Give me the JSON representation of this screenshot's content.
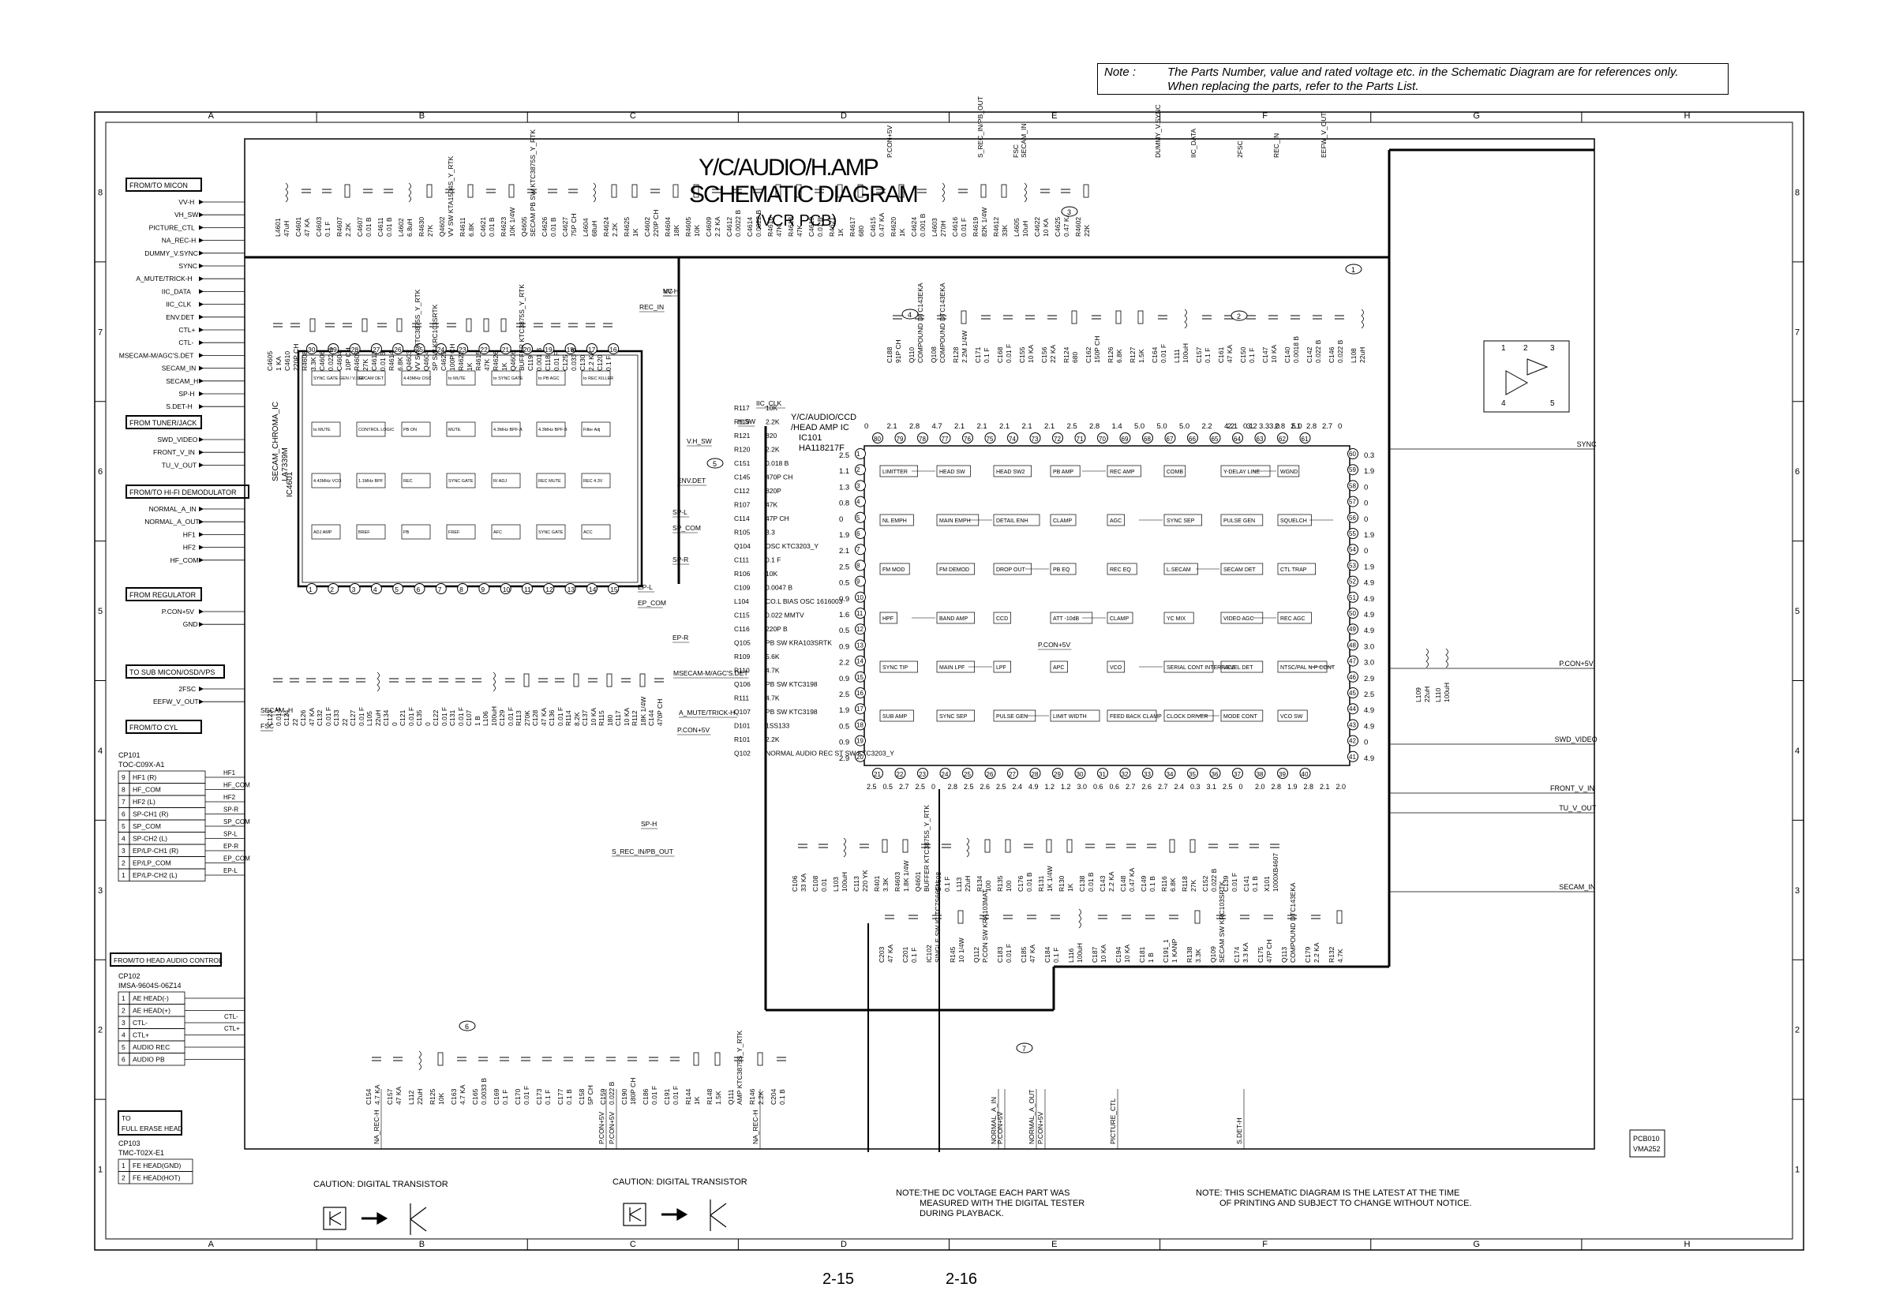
{
  "note": {
    "label": "Note :",
    "line1": "The Parts Number, value and rated voltage etc. in the Schematic Diagram are for references only.",
    "line2": "When replacing the parts, refer to the Parts List."
  },
  "title": {
    "line1": "Y/C/AUDIO/H.AMP",
    "line2": "SCHEMATIC DIAGRAM",
    "line3": "(VCR PCB)"
  },
  "grid": {
    "cols": [
      "A",
      "B",
      "C",
      "D",
      "E",
      "F",
      "G",
      "H"
    ],
    "rows": [
      "8",
      "7",
      "6",
      "5",
      "4",
      "3",
      "2",
      "1"
    ]
  },
  "connector_groups": [
    {
      "label": "FROM/TO MICON",
      "signals": [
        "VV-H",
        "VH_SW",
        "PICTURE_CTL",
        "NA_REC-H",
        "DUMMY_V.SYNC",
        "SYNC",
        "A_MUTE/TRICK-H",
        "IIC_DATA",
        "IIC_CLK",
        "ENV.DET",
        "CTL+",
        "CTL-",
        "MSECAM-M/AGC'S.DET",
        "SECAM_IN",
        "SECAM_H",
        "SP-H",
        "S.DET-H"
      ]
    },
    {
      "label": "FROM TUNER/JACK",
      "signals": [
        "SWD_VIDEO",
        "FRONT_V_IN",
        "TU_V_OUT"
      ]
    },
    {
      "label": "FROM/TO HI-FI DEMODULATOR",
      "signals": [
        "NORMAL_A_IN",
        "NORMAL_A_OUT",
        "HF1",
        "HF2",
        "HF_COM"
      ]
    },
    {
      "label": "FROM REGULATOR",
      "signals": [
        "P.CON+5V",
        "GND"
      ]
    },
    {
      "label": "TO SUB MICON/OSD/VPS",
      "signals": [
        "2FSC",
        "EEFW_V_OUT"
      ]
    },
    {
      "label": "FROM/TO CYL",
      "signals": []
    }
  ],
  "cp101": {
    "name": "CP101",
    "part": "TOC-C09X-A1",
    "pins": [
      {
        "n": "9",
        "s": "HF1 (R)"
      },
      {
        "n": "8",
        "s": "HF_COM"
      },
      {
        "n": "7",
        "s": "HF2 (L)"
      },
      {
        "n": "6",
        "s": "SP-CH1 (R)"
      },
      {
        "n": "5",
        "s": "SP_COM"
      },
      {
        "n": "4",
        "s": "SP-CH2 (L)"
      },
      {
        "n": "3",
        "s": "EP/LP-CH1 (R)"
      },
      {
        "n": "2",
        "s": "EP/LP_COM"
      },
      {
        "n": "1",
        "s": "EP/LP-CH2 (L)"
      }
    ],
    "nets": [
      "HF1",
      "HF_COM",
      "HF2",
      "SP-R",
      "SP_COM",
      "SP-L",
      "EP-R",
      "EP_COM",
      "EP-L"
    ]
  },
  "head_audio": {
    "label": "FROM/TO HEAD AUDIO CONTROL",
    "name": "CP102",
    "part": "IMSA-9604S-06Z14",
    "pins": [
      {
        "n": "1",
        "s": "AE HEAD(-)"
      },
      {
        "n": "2",
        "s": "AE HEAD(+)"
      },
      {
        "n": "3",
        "s": "CTL-"
      },
      {
        "n": "4",
        "s": "CTL+"
      },
      {
        "n": "5",
        "s": "AUDIO REC"
      },
      {
        "n": "6",
        "s": "AUDIO PB"
      }
    ],
    "nets": [
      "CTL-",
      "CTL+"
    ]
  },
  "erase_head": {
    "label1": "TO",
    "label2": "FULL ERASE HEAD",
    "name": "CP103",
    "part": "TMC-T02X-E1",
    "pins": [
      {
        "n": "1",
        "s": "FE HEAD(GND)"
      },
      {
        "n": "2",
        "s": "FE HEAD(HOT)"
      }
    ]
  },
  "ic_secam": {
    "ref": "IC4601",
    "name": "SECAM_CHROMA_IC",
    "part": "LA7339M",
    "top_pins": [
      "30",
      "29",
      "28",
      "27",
      "26",
      "25",
      "24",
      "23",
      "22",
      "21",
      "20",
      "19",
      "18",
      "17",
      "16"
    ],
    "bottom_pins": [
      "1",
      "2",
      "3",
      "4",
      "5",
      "6",
      "7",
      "8",
      "9",
      "10",
      "11",
      "12",
      "13",
      "14",
      "15"
    ],
    "blocks": [
      "SYNC GATE GEN / V.SEP",
      "SECAM DET",
      "4.43MHz OSC",
      "to MUTE",
      "to SYNC GATE",
      "to PB AGC",
      "to REC KILLER",
      "to MUTE",
      "CONTROL LOGIC",
      "PB ON",
      "MUTE",
      "4.3MHz BPF-A",
      "4.3MHz BPF-B",
      "Filter Adj",
      "4.43MHz VCO",
      "1.1MHz BPF",
      "REC",
      "SYNC GATE",
      "R/ ADJ",
      "REC MUTE",
      "REC 4.3V",
      "ADJ AMP",
      "BREF",
      "PB",
      "FREF",
      "AFC",
      "SYNC GATE",
      "ACC"
    ]
  },
  "ic101": {
    "label1": "Y/C/AUDIO/CCD",
    "label2": "/HEAD AMP IC",
    "ref": "IC101",
    "part": "HA118217F",
    "top_pins": [
      "80",
      "79",
      "78",
      "77",
      "76",
      "75",
      "74",
      "73",
      "72",
      "71",
      "70",
      "69",
      "68",
      "67",
      "66",
      "65",
      "64",
      "63",
      "62",
      "61"
    ],
    "left_pins": [
      "1",
      "2",
      "3",
      "4",
      "5",
      "6",
      "7",
      "8",
      "9",
      "10",
      "11",
      "12",
      "13",
      "14",
      "15",
      "16",
      "17",
      "18",
      "19",
      "20"
    ],
    "bottom_pins": [
      "21",
      "22",
      "23",
      "24",
      "25",
      "26",
      "27",
      "28",
      "29",
      "30",
      "31",
      "32",
      "33",
      "34",
      "35",
      "36",
      "37",
      "38",
      "39",
      "40"
    ],
    "right_pins": [
      "60",
      "59",
      "58",
      "57",
      "56",
      "55",
      "54",
      "53",
      "52",
      "51",
      "50",
      "49",
      "48",
      "47",
      "46",
      "45",
      "44",
      "43",
      "42",
      "41"
    ],
    "top_volts": [
      "0",
      "2.1",
      "2.8",
      "4.7",
      "2.1",
      "2.1",
      "2.1",
      "2.1",
      "2.1",
      "2.5",
      "2.8",
      "1.4",
      "5.0",
      "5.0",
      "5.0",
      "2.2",
      "4.2",
      "3.2",
      "3.0",
      "5.0"
    ],
    "top_volts2": [
      "2.1",
      "0.1",
      "3.3",
      "2.8",
      "2.1",
      "2.8",
      "2.7",
      "0"
    ],
    "left_volts": [
      "2.5",
      "1.1",
      "1.3",
      "0.8",
      "0",
      "1.9",
      "2.1",
      "2.5",
      "0.5",
      "0.9",
      "1.6",
      "0.5",
      "0.9",
      "2.2",
      "0.9",
      "2.5",
      "1.9",
      "0.5",
      "0.9",
      "2.9"
    ],
    "right_volts": [
      "0.3",
      "1.9",
      "0",
      "0",
      "0",
      "1.9",
      "0",
      "1.9",
      "4.9",
      "4.9",
      "4.9",
      "4.9",
      "3.0",
      "3.0",
      "2.9",
      "2.5",
      "4.9",
      "4.9",
      "0",
      "4.9"
    ],
    "bottom_volts": [
      "2.5",
      "0.5",
      "2.7",
      "2.5",
      "0",
      "2.8",
      "2.5",
      "2.6",
      "2.5",
      "2.4",
      "4.9",
      "1.2",
      "1.2",
      "3.0",
      "0.6",
      "0.6",
      "2.7",
      "2.6",
      "2.7",
      "2.4",
      "0.3",
      "3.1",
      "2.5",
      "0",
      "2.0",
      "2.8",
      "1.9",
      "2.8",
      "2.1",
      "2.0"
    ],
    "blocks": [
      "LIMITTER",
      "HEAD SW",
      "HEAD SW2",
      "PB AMP",
      "REC AMP",
      "COMB",
      "Y-DELAY LINE",
      "WGND",
      "NL EMPH",
      "MAIN EMPH",
      "DETAIL ENH",
      "CLAMP",
      "AGC",
      "SYNC SEP",
      "PULSE GEN",
      "SQUELCH",
      "FM MOD",
      "FM DEMOD",
      "DROP OUT",
      "PB EQ",
      "REC EQ",
      "L.SECAM",
      "SECAM DET",
      "CTL TRAP",
      "HPF",
      "BAND AMP",
      "CCD",
      "ATT -10dB",
      "CLAMP",
      "YC MIX",
      "VIDEO AGC",
      "REC AGC",
      "SYNC TIP",
      "MAIN LPF",
      "LPF",
      "APC",
      "VCO",
      "SERIAL CONT INTERFACE",
      "LEVEL DET",
      "NTSC/PAL N-P CONT",
      "SUB AMP",
      "SYNC SEP",
      "PULSE GEN",
      "LIMIT WIDTH",
      "FEED BACK CLAMP",
      "CLOCK DRIVER",
      "MODE CONT",
      "VCO SW"
    ]
  },
  "title_block": [
    "PCB010",
    "VMA252"
  ],
  "caution": [
    "CAUTION: DIGITAL TRANSISTOR",
    "CAUTION: DIGITAL TRANSISTOR"
  ],
  "notes": [
    "NOTE:THE DC VOLTAGE EACH PART WAS",
    "MEASURED WITH THE DIGITAL TESTER",
    "DURING PLAYBACK.",
    "NOTE: THIS SCHEMATIC DIAGRAM IS THE LATEST AT THE TIME",
    "OF PRINTING AND SUBJECT TO CHANGE WITHOUT NOTICE."
  ],
  "page_numbers": [
    "2-15",
    "2-16"
  ],
  "right_signals": [
    "SYNC",
    "P.CON+5V",
    "SWD_VIDEO",
    "FRONT_V_IN",
    "TU_V_OUT",
    "SECAM_IN"
  ],
  "bottom_signals": [
    "NA_REC-H",
    "P.CON+5V",
    "P.CON+5V",
    "NA_REC-H",
    "P.CON+5V",
    "NORMAL_A_IN",
    "NORMAL_A_OUT",
    "P.CON+5V",
    "PICTURE_CTL",
    "S.DET-H"
  ],
  "net_labels": [
    "VV-H",
    "REC_IN",
    "SP-H",
    "S_REC_IN/PB_OUT",
    "V.H_SW",
    "ENV.DET",
    "SP-L",
    "SP_COM",
    "SP-R",
    "EP-L",
    "EP_COM",
    "EP-R",
    "MSECAM-M/AGC'S.DET",
    "A_MUTE/TRICK-H",
    "P.CON+5V",
    "SECAM_H",
    "FSC",
    "SECAM_IN",
    "P.CON+5V",
    "P.CON+5V",
    "S_REC_IN/PB_OUT",
    "FSC",
    "2FSC",
    "REC_IN",
    "EEFW_V_OUT",
    "DUMMY_V.SYNC",
    "IIC_DATA",
    "IIC_CLK",
    "H.SW",
    "NC"
  ],
  "components": [
    {
      "t": "L4601",
      "v": "47uH"
    },
    {
      "t": "C4601",
      "v": "47 KA"
    },
    {
      "t": "C4603",
      "v": "0.1 F"
    },
    {
      "t": "R4607",
      "v": "2.2K"
    },
    {
      "t": "C4607",
      "v": "0.01 B"
    },
    {
      "t": "C4611",
      "v": "0.01 B"
    },
    {
      "t": "L4602",
      "v": "6.8uH"
    },
    {
      "t": "R4630",
      "v": "27K"
    },
    {
      "t": "Q4602",
      "v": "VV SW KTA1504S_Y_RTK"
    },
    {
      "t": "R4611",
      "v": "6.8K"
    },
    {
      "t": "C4621",
      "v": "0.01 B"
    },
    {
      "t": "R4623",
      "v": "10K 1/4W"
    },
    {
      "t": "Q4605",
      "v": "SECAM PB SW KTC3875S_Y_RTK"
    },
    {
      "t": "C4626",
      "v": "0.01 B"
    },
    {
      "t": "C4627",
      "v": "75P CH"
    },
    {
      "t": "L4604",
      "v": "68uH"
    },
    {
      "t": "R4624",
      "v": "2.2K"
    },
    {
      "t": "R4625",
      "v": "1K"
    },
    {
      "t": "C4602",
      "v": "220P CH"
    },
    {
      "t": "R4604",
      "v": "18K"
    },
    {
      "t": "R4605",
      "v": "10K"
    },
    {
      "t": "C4609",
      "v": "2.2 KA"
    },
    {
      "t": "C4612",
      "v": "0.0022 B"
    },
    {
      "t": "C4614",
      "v": "0.0022 B"
    },
    {
      "t": "R4616",
      "v": "47K"
    },
    {
      "t": "R4618",
      "v": "47K"
    },
    {
      "t": "C4619",
      "v": "0.01 B"
    },
    {
      "t": "R4621",
      "v": "1K"
    },
    {
      "t": "R4617",
      "v": "680"
    },
    {
      "t": "C4615",
      "v": "0.47 KA"
    },
    {
      "t": "R4620",
      "v": "1K"
    },
    {
      "t": "C4624",
      "v": "0.001 B"
    },
    {
      "t": "L4603",
      "v": "270H"
    },
    {
      "t": "C4616",
      "v": "0.01 F"
    },
    {
      "t": "R4619",
      "v": "82K 1/4W"
    },
    {
      "t": "R4612",
      "v": "33K"
    },
    {
      "t": "L4605",
      "v": "10uH"
    },
    {
      "t": "C4622",
      "v": "10 KA"
    },
    {
      "t": "C4625",
      "v": "0.47 KA"
    },
    {
      "t": "R4602",
      "v": "22K"
    },
    {
      "t": "C4605",
      "v": "1 KA"
    },
    {
      "t": "C4610",
      "v": "220P CH"
    },
    {
      "t": "R4608",
      "v": "3.3K"
    },
    {
      "t": "C4606",
      "v": "0.022 B"
    },
    {
      "t": "C4604",
      "v": "10P CH"
    },
    {
      "t": "R4609",
      "v": "27K"
    },
    {
      "t": "C4613",
      "v": "0.01 B"
    },
    {
      "t": "R4614",
      "v": "6.8K"
    },
    {
      "t": "Q4603",
      "v": "VV SW KTC3875S_Y_RTK"
    },
    {
      "t": "Q4604",
      "v": "SP SW KRC103SRTK"
    },
    {
      "t": "C4623",
      "v": "100P CH"
    },
    {
      "t": "R4622",
      "v": "1K"
    },
    {
      "t": "R4615",
      "v": "47K"
    },
    {
      "t": "R4626",
      "v": "1K"
    },
    {
      "t": "Q4606",
      "v": "BUFFER KTC3875S_Y_RTK"
    },
    {
      "t": "C119",
      "v": "0.001 B"
    },
    {
      "t": "C118",
      "v": "0.01 F"
    },
    {
      "t": "C125",
      "v": "0.033 B"
    },
    {
      "t": "C130",
      "v": "2.2 KA"
    },
    {
      "t": "C120",
      "v": "0.1 F"
    },
    {
      "t": "C123",
      "v": "0.01 F"
    },
    {
      "t": "C124",
      "v": "22"
    },
    {
      "t": "C126",
      "v": "47 KA"
    },
    {
      "t": "C132",
      "v": "0.01 F"
    },
    {
      "t": "C133",
      "v": "22"
    },
    {
      "t": "C127",
      "v": "0.01 F"
    },
    {
      "t": "L105",
      "v": "22uH"
    },
    {
      "t": "C134",
      "v": "0"
    },
    {
      "t": "C121",
      "v": "0.01 F"
    },
    {
      "t": "C135",
      "v": "0"
    },
    {
      "t": "C122",
      "v": "0.01 F"
    },
    {
      "t": "C131",
      "v": "0.01 F"
    },
    {
      "t": "C107",
      "v": "1 B"
    },
    {
      "t": "L106",
      "v": "100uH"
    },
    {
      "t": "C129",
      "v": "0.01 F"
    },
    {
      "t": "R113",
      "v": "270K"
    },
    {
      "t": "C128",
      "v": "47 KA"
    },
    {
      "t": "C136",
      "v": "0.01 F"
    },
    {
      "t": "R114",
      "v": "8.2K"
    },
    {
      "t": "C137",
      "v": "10 KA"
    },
    {
      "t": "R115",
      "v": "180"
    },
    {
      "t": "C117",
      "v": "10 KA"
    },
    {
      "t": "R112",
      "v": "18K 1/4W"
    },
    {
      "t": "C144",
      "v": "470P CH"
    },
    {
      "t": "R117",
      "v": "10K"
    },
    {
      "t": "R119",
      "v": "2.2K"
    },
    {
      "t": "R121",
      "v": "820"
    },
    {
      "t": "R120",
      "v": "2.2K"
    },
    {
      "t": "C151",
      "v": "0.018 B"
    },
    {
      "t": "C145",
      "v": "470P CH"
    },
    {
      "t": "C112",
      "v": "820P"
    },
    {
      "t": "R107",
      "v": "47K"
    },
    {
      "t": "C114",
      "v": "47P CH"
    },
    {
      "t": "R105",
      "v": "3.3"
    },
    {
      "t": "Q104",
      "v": "OSC KTC3203_Y"
    },
    {
      "t": "C111",
      "v": "0.1 F"
    },
    {
      "t": "R106",
      "v": "10K"
    },
    {
      "t": "C109",
      "v": "0.0047 B"
    },
    {
      "t": "L104",
      "v": "CO.L BIAS OSC 1616003"
    },
    {
      "t": "C115",
      "v": "0.022 MMTV"
    },
    {
      "t": "C116",
      "v": "220P B"
    },
    {
      "t": "Q105",
      "v": "PB SW KRA103SRTK"
    },
    {
      "t": "R109",
      "v": "5.6K"
    },
    {
      "t": "R110",
      "v": "4.7K"
    },
    {
      "t": "Q106",
      "v": "PB SW KTC3198"
    },
    {
      "t": "R111",
      "v": "4.7K"
    },
    {
      "t": "Q107",
      "v": "PB SW KTC3198"
    },
    {
      "t": "D101",
      "v": "1SS133"
    },
    {
      "t": "R101",
      "v": "2.2K"
    },
    {
      "t": "Q102",
      "v": "NORMAL AUDIO REC ST SW KTC3203_Y"
    },
    {
      "t": "C106",
      "v": "33 KA"
    },
    {
      "t": "C108",
      "v": "0.01"
    },
    {
      "t": "L103",
      "v": "100uH"
    },
    {
      "t": "C113",
      "v": "220 YK"
    },
    {
      "t": "R401",
      "v": "3.3K"
    },
    {
      "t": "R4603",
      "v": "1.8K 1/4W"
    },
    {
      "t": "Q4601",
      "v": "BUFFER KTC3875S_Y_RTK"
    },
    {
      "t": "C4608",
      "v": "0.1 F"
    },
    {
      "t": "L113",
      "v": "22uH"
    },
    {
      "t": "R134",
      "v": "100"
    },
    {
      "t": "R135",
      "v": "100"
    },
    {
      "t": "C176",
      "v": "0.01 B"
    },
    {
      "t": "R131",
      "v": "1K 1/4W"
    },
    {
      "t": "R130",
      "v": "1K"
    },
    {
      "t": "C138",
      "v": "0.01 B"
    },
    {
      "t": "C143",
      "v": "2.2 KA"
    },
    {
      "t": "C148",
      "v": "0.47 KA"
    },
    {
      "t": "C149",
      "v": "0.1 B"
    },
    {
      "t": "R116",
      "v": "6.8K"
    },
    {
      "t": "R118",
      "v": "27K"
    },
    {
      "t": "C152",
      "v": "0.022 B"
    },
    {
      "t": "C139",
      "v": "0.01 F"
    },
    {
      "t": "C141",
      "v": "0.1 B"
    },
    {
      "t": "X101",
      "v": "1000XB4607"
    },
    {
      "t": "C154",
      "v": "4.7 KA"
    },
    {
      "t": "C157",
      "v": "47 KA"
    },
    {
      "t": "L112",
      "v": "22uH"
    },
    {
      "t": "R125",
      "v": "10K"
    },
    {
      "t": "C163",
      "v": "4.7 KA"
    },
    {
      "t": "C165",
      "v": "0.0033 B"
    },
    {
      "t": "C169",
      "v": "0.1 F"
    },
    {
      "t": "C170",
      "v": "0.01 F"
    },
    {
      "t": "C173",
      "v": "0.1 F"
    },
    {
      "t": "C177",
      "v": "0.1 B"
    },
    {
      "t": "C158",
      "v": "5P CH"
    },
    {
      "t": "C159",
      "v": "0.022 B"
    },
    {
      "t": "C190",
      "v": "180P CH"
    },
    {
      "t": "C186",
      "v": "0.01 F"
    },
    {
      "t": "C191",
      "v": "0.01 F"
    },
    {
      "t": "R144",
      "v": "1K"
    },
    {
      "t": "R148",
      "v": "1.5K"
    },
    {
      "t": "Q111",
      "v": "AMP KTC3875S_Y_RTK"
    },
    {
      "t": "R146",
      "v": "2.2K"
    },
    {
      "t": "C204",
      "v": "0.1 B"
    },
    {
      "t": "C203",
      "v": "47 KA"
    },
    {
      "t": "C201",
      "v": "0.1 F"
    },
    {
      "t": "IC102",
      "v": "SINGLE SW IC TC7S66FU"
    },
    {
      "t": "R145",
      "v": "10 1/4W"
    },
    {
      "t": "Q112",
      "v": "P.CON SW KRA103MAT"
    },
    {
      "t": "C183",
      "v": "0.01 F"
    },
    {
      "t": "C185",
      "v": "47 KA"
    },
    {
      "t": "C184",
      "v": "0.1 F"
    },
    {
      "t": "L116",
      "v": "100uH"
    },
    {
      "t": "C187",
      "v": "10 KA"
    },
    {
      "t": "C194",
      "v": "10 KA"
    },
    {
      "t": "C181",
      "v": "1 B"
    },
    {
      "t": "C191_1",
      "v": "1 KANP"
    },
    {
      "t": "R138",
      "v": "3.3K"
    },
    {
      "t": "Q109",
      "v": "SECAM SW KRC103SRTK"
    },
    {
      "t": "C174",
      "v": "3.3 KA"
    },
    {
      "t": "C175",
      "v": "47P CH"
    },
    {
      "t": "Q113",
      "v": "COMPOUND DTC143EKA"
    },
    {
      "t": "C179",
      "v": "2.2 KA"
    },
    {
      "t": "R132",
      "v": "4.7K"
    },
    {
      "t": "C188",
      "v": "91P CH"
    },
    {
      "t": "Q110",
      "v": "COMPOUND DTC143EKA"
    },
    {
      "t": "Q108",
      "v": "COMPOUND DTC143EKA"
    },
    {
      "t": "R128",
      "v": "2.2M 1/4W"
    },
    {
      "t": "C171",
      "v": "0.1 F"
    },
    {
      "t": "C168",
      "v": "0.01 F"
    },
    {
      "t": "C155",
      "v": "10 KA"
    },
    {
      "t": "C156",
      "v": "22 KA"
    },
    {
      "t": "R124",
      "v": "680"
    },
    {
      "t": "C162",
      "v": "150P CH"
    },
    {
      "t": "R126",
      "v": "6.8K"
    },
    {
      "t": "R127",
      "v": "1.5K"
    },
    {
      "t": "C164",
      "v": "0.01 F"
    },
    {
      "t": "L111",
      "v": "100uH"
    },
    {
      "t": "C157",
      "v": "0.1 F"
    },
    {
      "t": "C161",
      "v": "47 KA"
    },
    {
      "t": "C150",
      "v": "0.1 F"
    },
    {
      "t": "C147",
      "v": "10 KA"
    },
    {
      "t": "C140",
      "v": "0.0018 B"
    },
    {
      "t": "C142",
      "v": "0.022 B"
    },
    {
      "t": "C146",
      "v": "0.022 B"
    },
    {
      "t": "L108",
      "v": "22uH"
    },
    {
      "t": "L109",
      "v": "22uH"
    },
    {
      "t": "L110",
      "v": "100uH"
    }
  ],
  "callouts": [
    "1",
    "2",
    "3",
    "4",
    "5",
    "6",
    "7"
  ]
}
